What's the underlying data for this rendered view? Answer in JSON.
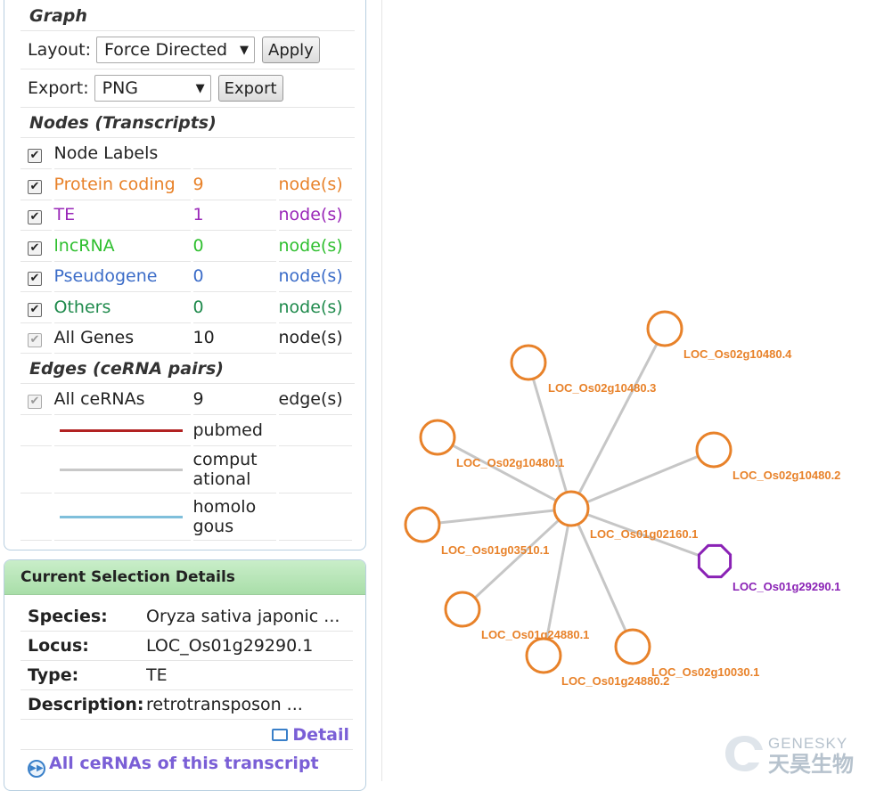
{
  "graph_panel": {
    "title": "Graph",
    "layout": {
      "label": "Layout:",
      "selected": "Force Directed",
      "button": "Apply"
    },
    "export": {
      "label": "Export:",
      "selected": "PNG",
      "button": "Export"
    },
    "nodes_title": "Nodes (Transcripts)",
    "node_labels": "Node Labels",
    "node_types": [
      {
        "name": "Protein coding",
        "count": "9",
        "unit": "node(s)",
        "color": "#e8822a"
      },
      {
        "name": "TE",
        "count": "1",
        "unit": "node(s)",
        "color": "#9a28b8"
      },
      {
        "name": "lncRNA",
        "count": "0",
        "unit": "node(s)",
        "color": "#2fbf2f"
      },
      {
        "name": "Pseudogene",
        "count": "0",
        "unit": "node(s)",
        "color": "#3b6cc8"
      },
      {
        "name": "Others",
        "count": "0",
        "unit": "node(s)",
        "color": "#1f8a4c"
      },
      {
        "name": "All Genes",
        "count": "10",
        "unit": "node(s)",
        "color": "#222222"
      }
    ],
    "edges_title": "Edges (ceRNA pairs)",
    "all_cernas": {
      "name": "All ceRNAs",
      "count": "9",
      "unit": "edge(s)"
    },
    "edge_types": [
      {
        "line1": "pubmed",
        "line2": "",
        "color": "#b22222"
      },
      {
        "line1": "comput",
        "line2": "ational",
        "color": "#c8c8c8"
      },
      {
        "line1": "homolo",
        "line2": "gous",
        "color": "#7fbfdb"
      }
    ]
  },
  "details": {
    "title": "Current Selection Details",
    "species_label": "Species:",
    "species": "Oryza sativa japonic ...",
    "locus_label": "Locus:",
    "locus": "LOC_Os01g29290.1",
    "type_label": "Type:",
    "type": "TE",
    "description_label": "Description:",
    "description": "retrotransposon ...",
    "detail_link": "Detail",
    "all_cernas_link": "All ceRNAs of this transcript"
  },
  "graph": {
    "center": "LOC_Os01g02160.1",
    "nodes": [
      {
        "id": "LOC_Os01g02160.1",
        "type": "protein"
      },
      {
        "id": "LOC_Os02g10480.4",
        "type": "protein"
      },
      {
        "id": "LOC_Os02g10480.3",
        "type": "protein"
      },
      {
        "id": "LOC_Os02g10480.1",
        "type": "protein"
      },
      {
        "id": "LOC_Os02g10480.2",
        "type": "protein"
      },
      {
        "id": "LOC_Os01g03510.1",
        "type": "protein"
      },
      {
        "id": "LOC_Os01g29290.1",
        "type": "te"
      },
      {
        "id": "LOC_Os01g24880.1",
        "type": "protein"
      },
      {
        "id": "LOC_Os01g24880.2",
        "type": "protein"
      },
      {
        "id": "LOC_Os02g10030.1",
        "type": "protein"
      }
    ],
    "colors": {
      "protein": "#e8822a",
      "te": "#8a22b5",
      "edge": "#c6c6c6"
    }
  },
  "watermark": {
    "brand_en": "GENESKY",
    "brand_cn": "天昊生物"
  }
}
